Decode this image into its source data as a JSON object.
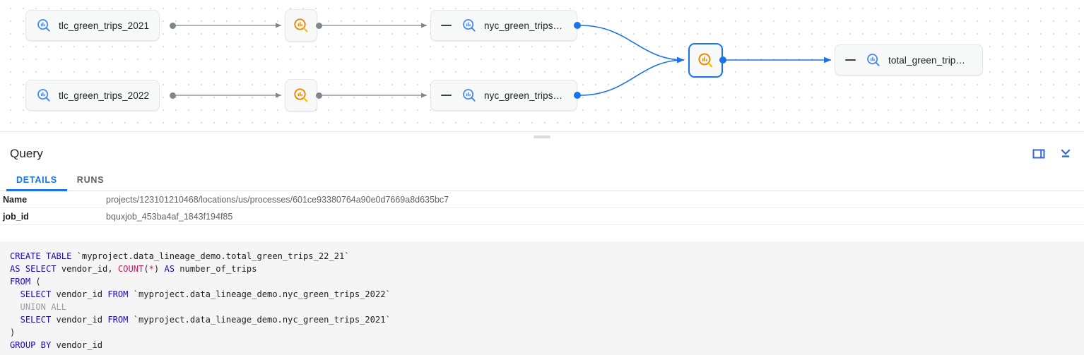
{
  "lineage": {
    "nodes": [
      {
        "id": "tlc2021",
        "type": "table",
        "label": "tlc_green_trips_2021",
        "icon": "bigquery-table-icon",
        "selected": false,
        "collapsible": false
      },
      {
        "id": "tlc2022",
        "type": "table",
        "label": "tlc_green_trips_2022",
        "icon": "bigquery-table-icon",
        "selected": false,
        "collapsible": false
      },
      {
        "id": "proc1",
        "type": "process",
        "label": "",
        "icon": "bigquery-process-icon",
        "selected": false,
        "collapsible": false
      },
      {
        "id": "proc2",
        "type": "process",
        "label": "",
        "icon": "bigquery-process-icon",
        "selected": false,
        "collapsible": false
      },
      {
        "id": "nyc2021",
        "type": "table",
        "label": "nyc_green_trips…",
        "icon": "bigquery-table-icon",
        "selected": false,
        "collapsible": true
      },
      {
        "id": "nyc2022",
        "type": "table",
        "label": "nyc_green_trips…",
        "icon": "bigquery-table-icon",
        "selected": false,
        "collapsible": true
      },
      {
        "id": "procSel",
        "type": "process",
        "label": "",
        "icon": "bigquery-process-icon",
        "selected": true,
        "collapsible": false
      },
      {
        "id": "total",
        "type": "table",
        "label": "total_green_trip…",
        "icon": "bigquery-table-icon",
        "selected": false,
        "collapsible": true
      }
    ],
    "colors": {
      "edge_gray": "#80868b",
      "edge_blue": "#1a73e8",
      "icon_blue": "#4285f4",
      "icon_orange": "#f29900",
      "selected_border": "#1a73e8"
    }
  },
  "panel": {
    "title": "Query",
    "actions": [
      {
        "name": "toggle-side-panel-icon",
        "label": "Toggle side panel"
      },
      {
        "name": "collapse-panel-icon",
        "label": "Collapse panel"
      }
    ],
    "resizer_label": "Resize panel",
    "tabs": [
      {
        "id": "details",
        "label": "DETAILS",
        "active": true
      },
      {
        "id": "runs",
        "label": "RUNS",
        "active": false
      }
    ],
    "details": [
      {
        "key": "Name",
        "value": "projects/123101210468/locations/us/processes/601ce93380764a90e0d7669a8d635bc7"
      },
      {
        "key": "job_id",
        "value": "bquxjob_453ba4af_1843f194f85"
      }
    ]
  },
  "code": {
    "language": "sql",
    "lines": [
      [
        {
          "t": "CREATE TABLE ",
          "c": "k"
        },
        {
          "t": "`myproject.data_lineage_demo.total_green_trips_22_21`",
          "c": "pl"
        }
      ],
      [
        {
          "t": "AS SELECT ",
          "c": "k"
        },
        {
          "t": "vendor_id, ",
          "c": "pl"
        },
        {
          "t": "COUNT",
          "c": "kf"
        },
        {
          "t": "(",
          "c": "pl"
        },
        {
          "t": "*",
          "c": "op"
        },
        {
          "t": ") ",
          "c": "pl"
        },
        {
          "t": "AS ",
          "c": "k"
        },
        {
          "t": "number_of_trips",
          "c": "pl"
        }
      ],
      [
        {
          "t": "FROM ",
          "c": "k"
        },
        {
          "t": "(",
          "c": "pl"
        }
      ],
      [
        {
          "t": "  ",
          "c": "pl"
        },
        {
          "t": "SELECT ",
          "c": "k"
        },
        {
          "t": "vendor_id ",
          "c": "pl"
        },
        {
          "t": "FROM ",
          "c": "k"
        },
        {
          "t": "`myproject.data_lineage_demo.nyc_green_trips_2022`",
          "c": "pl"
        }
      ],
      [
        {
          "t": "  UNION ALL",
          "c": "cm"
        }
      ],
      [
        {
          "t": "  ",
          "c": "pl"
        },
        {
          "t": "SELECT ",
          "c": "k"
        },
        {
          "t": "vendor_id ",
          "c": "pl"
        },
        {
          "t": "FROM ",
          "c": "k"
        },
        {
          "t": "`myproject.data_lineage_demo.nyc_green_trips_2021`",
          "c": "pl"
        }
      ],
      [
        {
          "t": ")",
          "c": "pl"
        }
      ],
      [
        {
          "t": "GROUP BY ",
          "c": "k"
        },
        {
          "t": "vendor_id",
          "c": "pl"
        }
      ]
    ]
  }
}
